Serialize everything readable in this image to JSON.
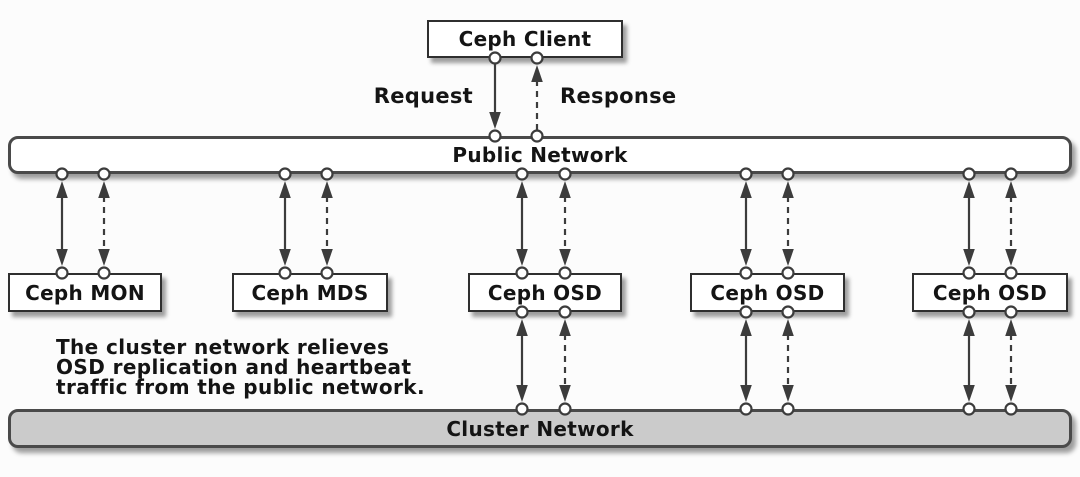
{
  "diagram": {
    "client_label": "Ceph Client",
    "request_label": "Request",
    "response_label": "Response",
    "public_network_label": "Public Network",
    "cluster_network_label": "Cluster Network",
    "nodes": [
      {
        "label": "Ceph MON"
      },
      {
        "label": "Ceph MDS"
      },
      {
        "label": "Ceph OSD"
      },
      {
        "label": "Ceph OSD"
      },
      {
        "label": "Ceph OSD"
      }
    ],
    "annotation": {
      "line1": "The cluster network relieves",
      "line2": "OSD replication and heartbeat",
      "line3": "traffic from the public network."
    }
  },
  "colors": {
    "background": "#fcfcfc",
    "line": "#3c3c3c",
    "box_border": "#2f2f2f",
    "box_fill": "#ffffff",
    "cluster_fill": "#cbcbcb",
    "text": "#141414"
  }
}
